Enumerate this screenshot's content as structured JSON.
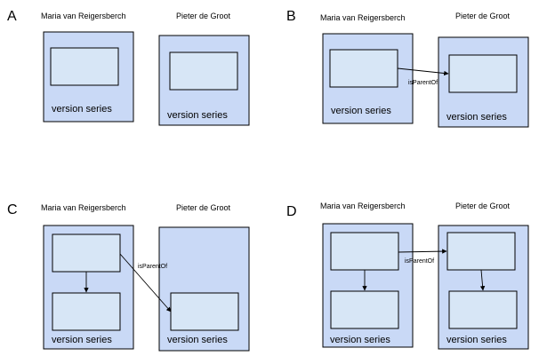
{
  "persons": [
    "Maria van Reigersberch",
    "Pieter de Groot"
  ],
  "container_label": "version series",
  "relation_label": "isParentOf",
  "panels": [
    {
      "letter": "A"
    },
    {
      "letter": "B"
    },
    {
      "letter": "C"
    },
    {
      "letter": "D"
    }
  ]
}
